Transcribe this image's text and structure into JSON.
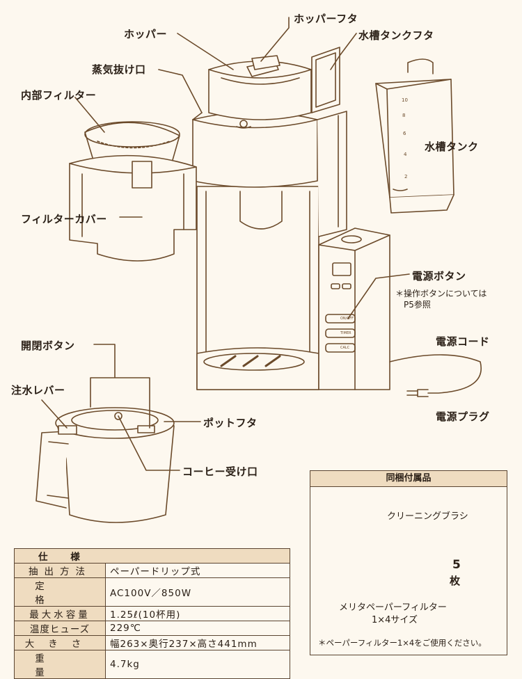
{
  "labels": {
    "hopper_lid": "ホッパーフタ",
    "hopper": "ホッパー",
    "tank_lid": "水槽タンクフタ",
    "steam_vent": "蒸気抜け口",
    "inner_filter": "内部フィルター",
    "water_tank": "水槽タンク",
    "filter_cover": "フィルターカバー",
    "power_button": "電源ボタン",
    "power_button_note_1": "＊操作ボタンについては",
    "power_button_note_2": "P5参照",
    "power_cord": "電源コード",
    "power_plug": "電源プラグ",
    "open_close_button": "開閉ボタン",
    "pour_lever": "注水レバー",
    "pot_lid": "ポットフタ",
    "coffee_inlet": "コーヒー受け口"
  },
  "tank_scale": [
    "10",
    "8",
    "6",
    "4",
    "2"
  ],
  "panel_buttons": [
    "ON/OFF",
    "TIMER",
    "CALC"
  ],
  "spec": {
    "title": "仕 様",
    "rows": [
      {
        "key": "抽出方法",
        "value": "ペーパードリップ式"
      },
      {
        "key": "定格",
        "value": "AC100V／850W"
      },
      {
        "key": "最大水容量",
        "value": "1.25ℓ(10杯用)"
      },
      {
        "key": "温度ヒューズ",
        "value": "229℃"
      },
      {
        "key": "大きさ",
        "value": "幅263×奥行237×高さ441mm"
      },
      {
        "key": "重量",
        "value": "4.7kg"
      }
    ]
  },
  "accessories": {
    "title": "同梱付属品",
    "brush": "クリーニングブラシ",
    "count": "5",
    "count_unit": "枚",
    "filter_name_1": "メリタペーパーフィルター",
    "filter_name_2": "1×4サイズ",
    "note": "＊ペーパーフィルター1×4をご使用ください。"
  },
  "colors": {
    "line": "#6b4a2a",
    "fill": "#fdf8ef",
    "header": "#efdcc0"
  }
}
